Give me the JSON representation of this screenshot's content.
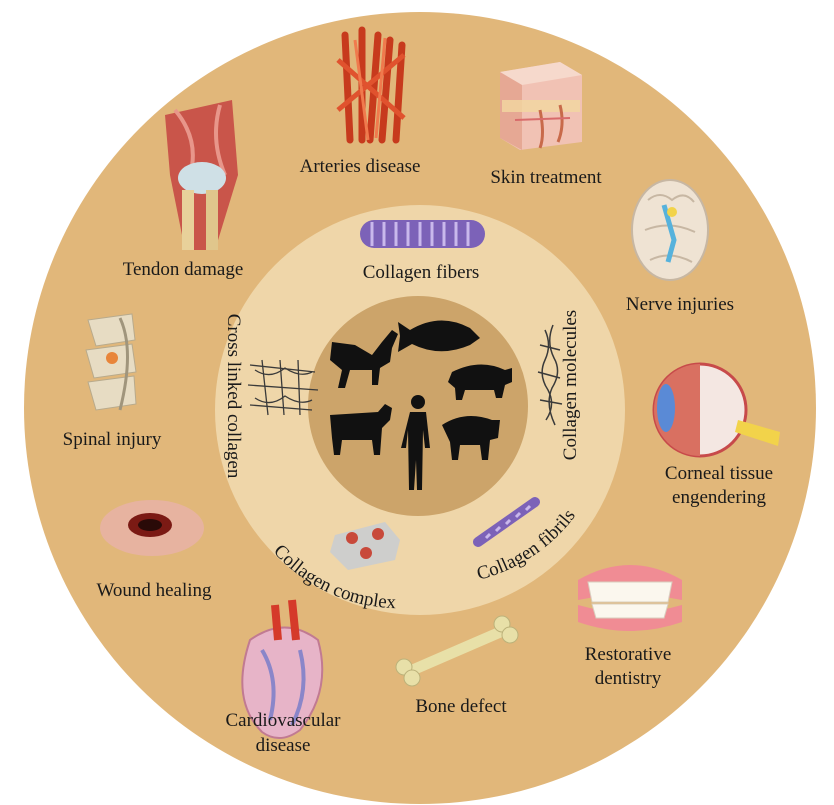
{
  "colors": {
    "outer_ring": "#e1b77a",
    "middle_ring": "#efd6a9",
    "inner_circle": "#cca46a",
    "silhouette": "#111111"
  },
  "outer_labels": {
    "arteries": "Arteries disease",
    "skin": "Skin treatment",
    "tendon": "Tendon damage",
    "nerve": "Nerve injuries",
    "spinal": "Spinal injury",
    "corneal_1": "Corneal tissue",
    "corneal_2": "engendering",
    "wound": "Wound healing",
    "restorative_1": "Restorative",
    "restorative_2": "dentistry",
    "bone": "Bone defect",
    "cardio_1": "Cardiovascular",
    "cardio_2": "disease"
  },
  "inner_labels": {
    "fibers": "Collagen fibers",
    "molecules": "Collagen molecules",
    "fibrils": "Collagen fibrils",
    "complex": "Collagen complex",
    "cross_linked": "Cross linked collagen"
  },
  "icons": [
    "horse-icon",
    "fish-icon",
    "pig-icon",
    "cow-icon",
    "human-icon",
    "sheep-icon"
  ]
}
